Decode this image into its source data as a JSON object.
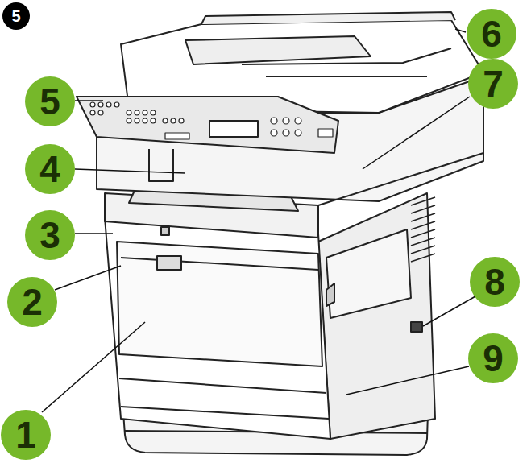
{
  "diagram": {
    "labels": [
      "5",
      "6",
      "5",
      "4",
      "3",
      "7",
      "8",
      "2",
      "9",
      "1"
    ]
  }
}
